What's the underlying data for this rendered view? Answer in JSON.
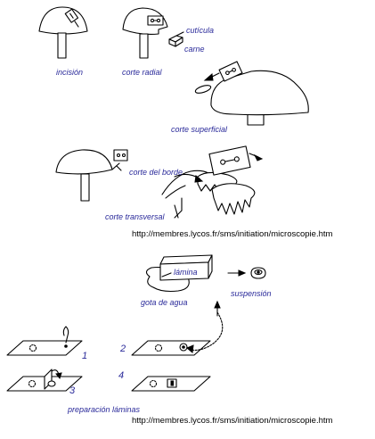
{
  "labels": {
    "incision": "incisión",
    "radial_cut": "corte radial",
    "cuticle": "cutícula",
    "flesh": "carne",
    "surface_cut": "corte superficial",
    "edge_cut": "corte del borde",
    "cross_section": "corte transversal",
    "slide": "lámina",
    "water_drop": "gota de agua",
    "suspension": "suspensión",
    "slide_preparation": "preparación láminas"
  },
  "steps": [
    "1",
    "2",
    "3",
    "4"
  ],
  "source_url": "http://membres.lycos.fr/sms/initiation/microscopie.htm",
  "colors": {
    "label_text": "#2a2a9a",
    "line": "#000000",
    "background": "#ffffff"
  },
  "icons": [
    "razor-blade-icon",
    "mushroom-illustration",
    "glass-slide-illustration",
    "arrow-icon"
  ]
}
